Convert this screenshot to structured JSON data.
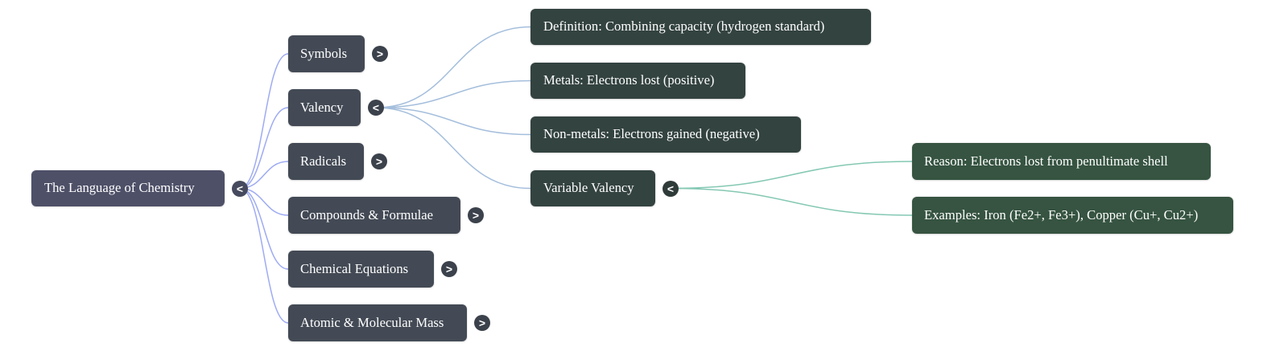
{
  "mindmap": {
    "root": {
      "label": "The Language of Chemistry",
      "toggle": {
        "icon": "collapse-icon",
        "glyph": "<"
      }
    },
    "topics": [
      {
        "label": "Symbols",
        "toggle": {
          "icon": "expand-icon",
          "glyph": ">"
        }
      },
      {
        "label": "Valency",
        "toggle": {
          "icon": "collapse-icon",
          "glyph": "<"
        },
        "children": [
          {
            "label": "Definition: Combining capacity (hydrogen standard)"
          },
          {
            "label": "Metals: Electrons lost (positive)"
          },
          {
            "label": "Non-metals: Electrons gained (negative)"
          },
          {
            "label": "Variable Valency",
            "toggle": {
              "icon": "collapse-icon",
              "glyph": "<"
            },
            "children": [
              {
                "label": "Reason: Electrons lost from penultimate shell"
              },
              {
                "label": "Examples: Iron (Fe2+, Fe3+), Copper (Cu+, Cu2+)"
              }
            ]
          }
        ]
      },
      {
        "label": "Radicals",
        "toggle": {
          "icon": "expand-icon",
          "glyph": ">"
        }
      },
      {
        "label": "Compounds & Formulae",
        "toggle": {
          "icon": "expand-icon",
          "glyph": ">"
        }
      },
      {
        "label": "Chemical Equations",
        "toggle": {
          "icon": "expand-icon",
          "glyph": ">"
        }
      },
      {
        "label": "Atomic & Molecular Mass",
        "toggle": {
          "icon": "expand-icon",
          "glyph": ">"
        }
      }
    ]
  },
  "colors": {
    "background": "#ffffff",
    "node_text": "#ffffff",
    "toggle_glyph": "#ffffff",
    "root_node": "#4e5068",
    "root_toggle": "#464a5e",
    "level1_node": "#434a55",
    "level1_toggle": "#3c424c",
    "level2_node": "#334340",
    "level2_toggle": "#2f3b39",
    "level3_node": "#365441",
    "root_links": "#9eabf2",
    "level1_links": "#a4bedc",
    "level2_links": "#84c8b3"
  }
}
